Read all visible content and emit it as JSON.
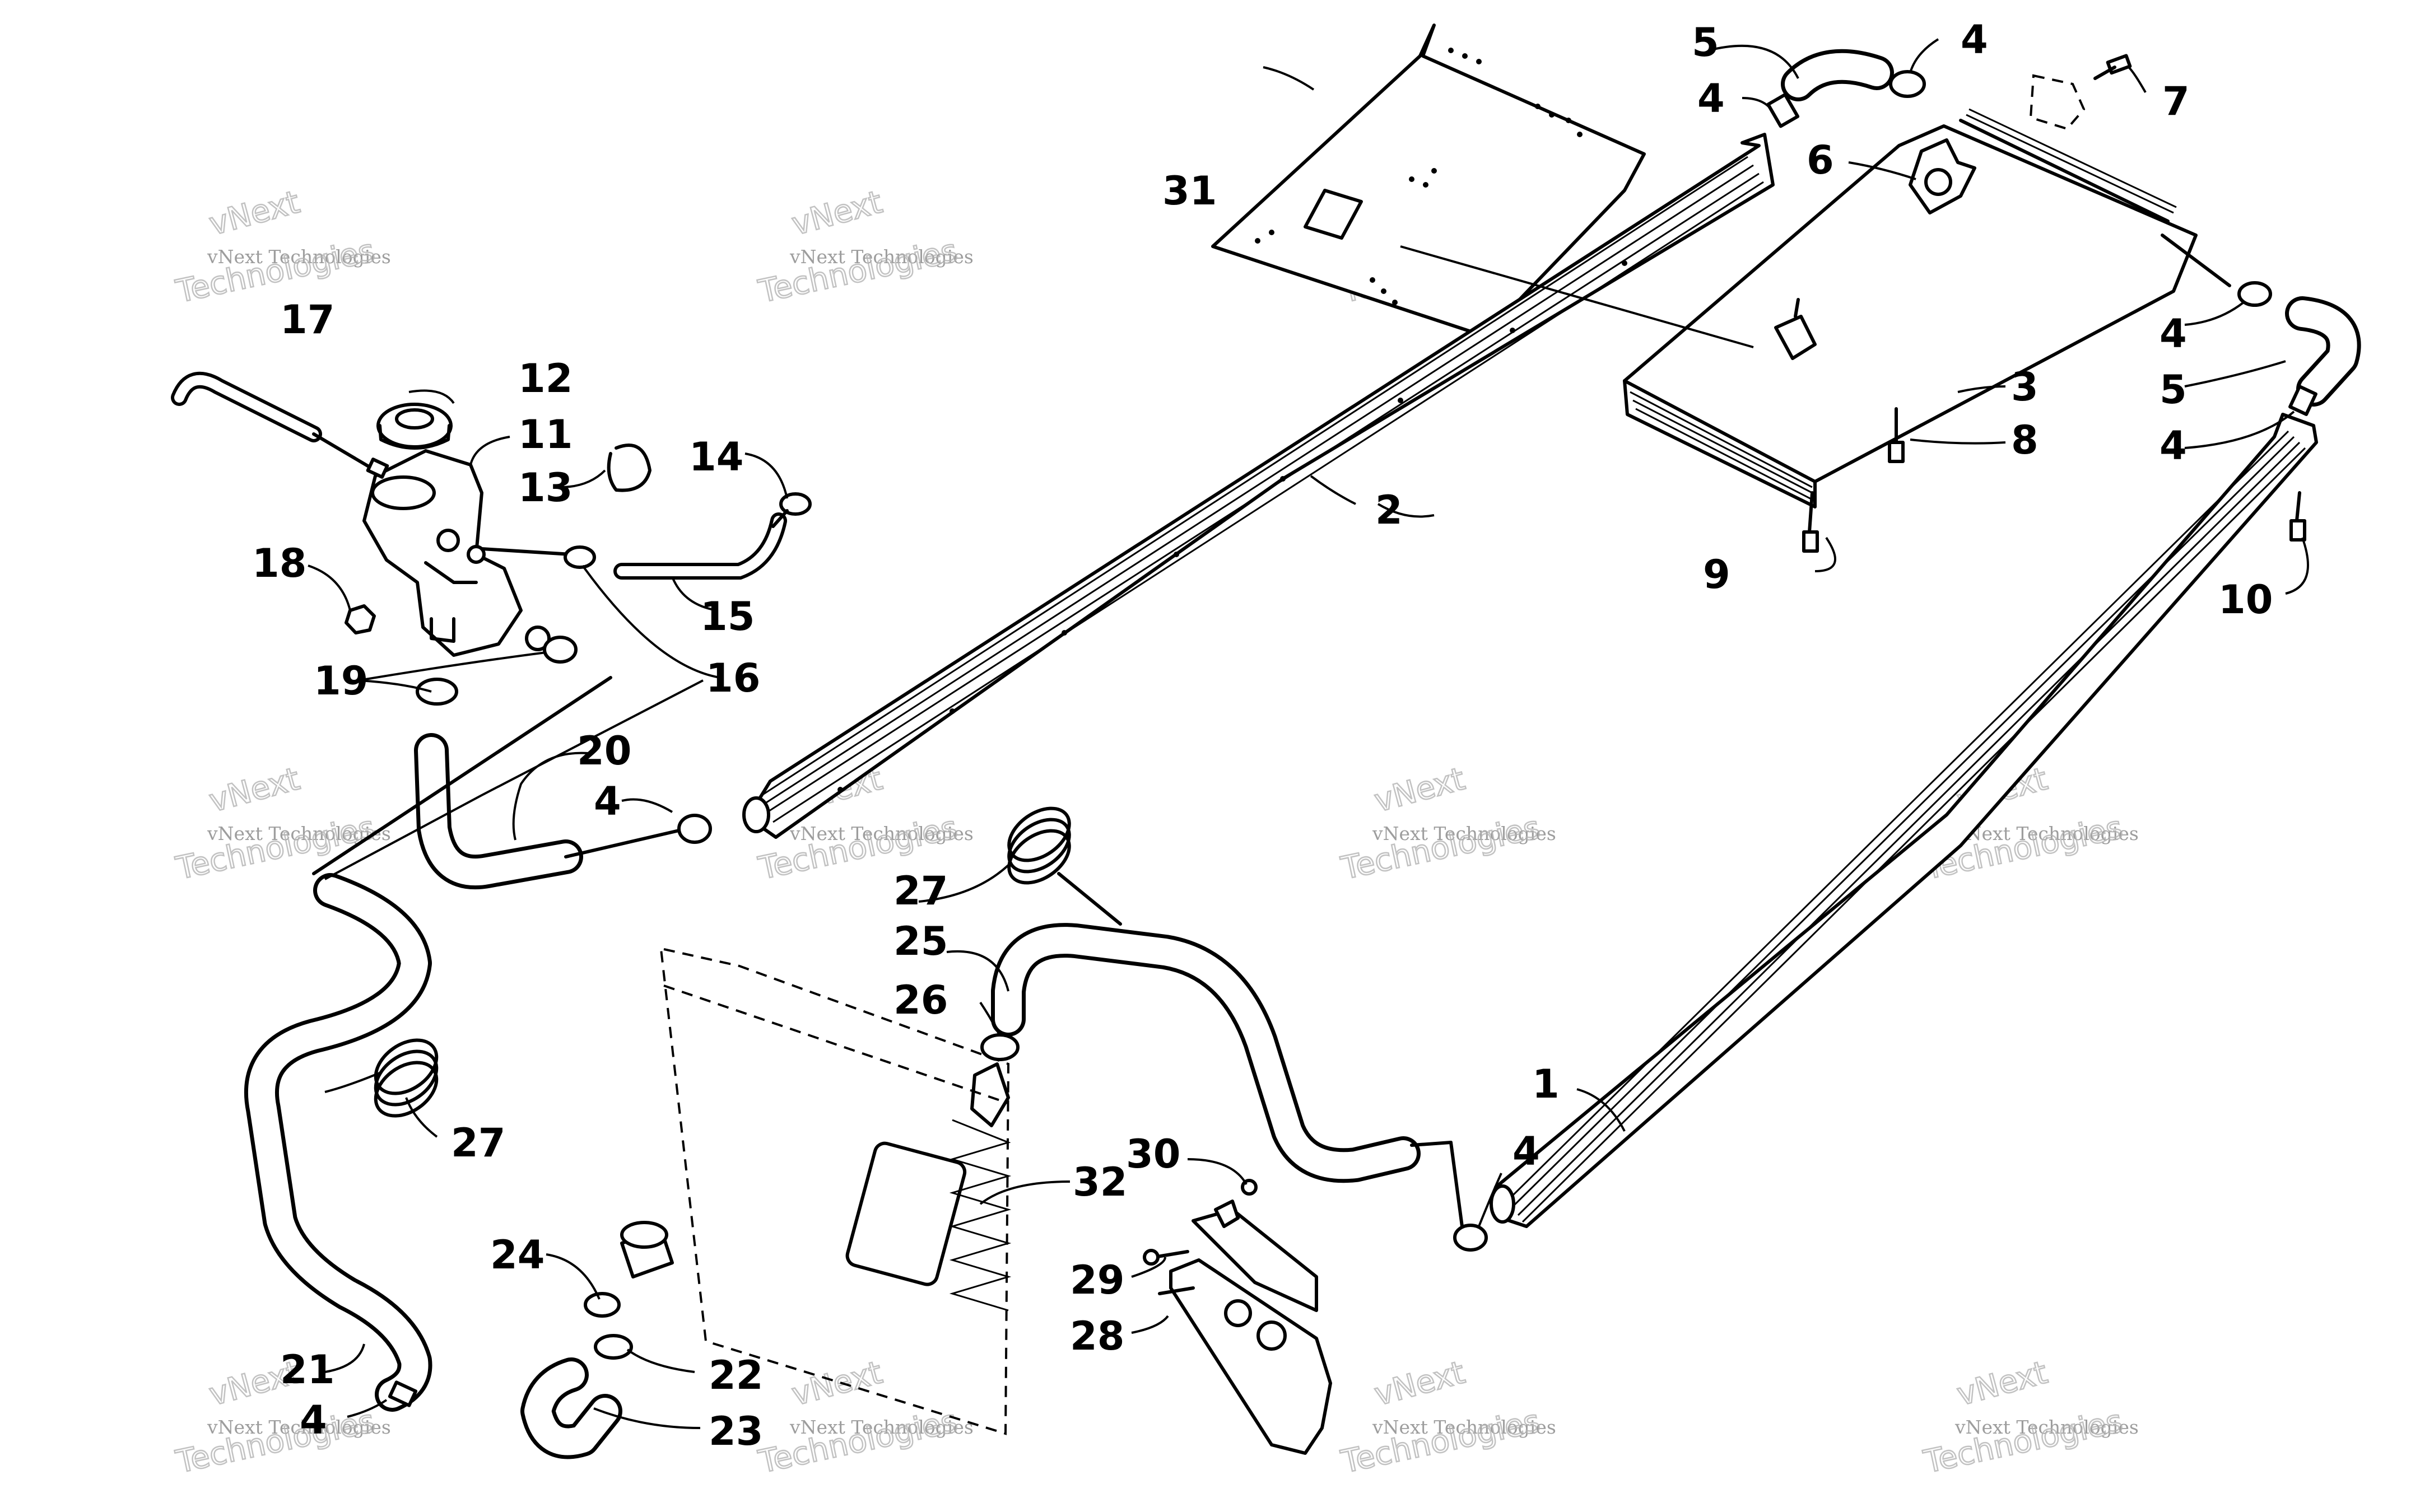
{
  "watermark": {
    "line1": "vNext",
    "line2": "vNext Technologies",
    "line3": "Technologies",
    "color": "#8c8c8c"
  },
  "callouts": [
    "1",
    "2",
    "3",
    "4",
    "5",
    "6",
    "7",
    "8",
    "9",
    "10",
    "11",
    "12",
    "13",
    "14",
    "15",
    "16",
    "17",
    "18",
    "19",
    "20",
    "21",
    "22",
    "23",
    "24",
    "25",
    "26",
    "27",
    "28",
    "29",
    "30",
    "31",
    "32"
  ]
}
